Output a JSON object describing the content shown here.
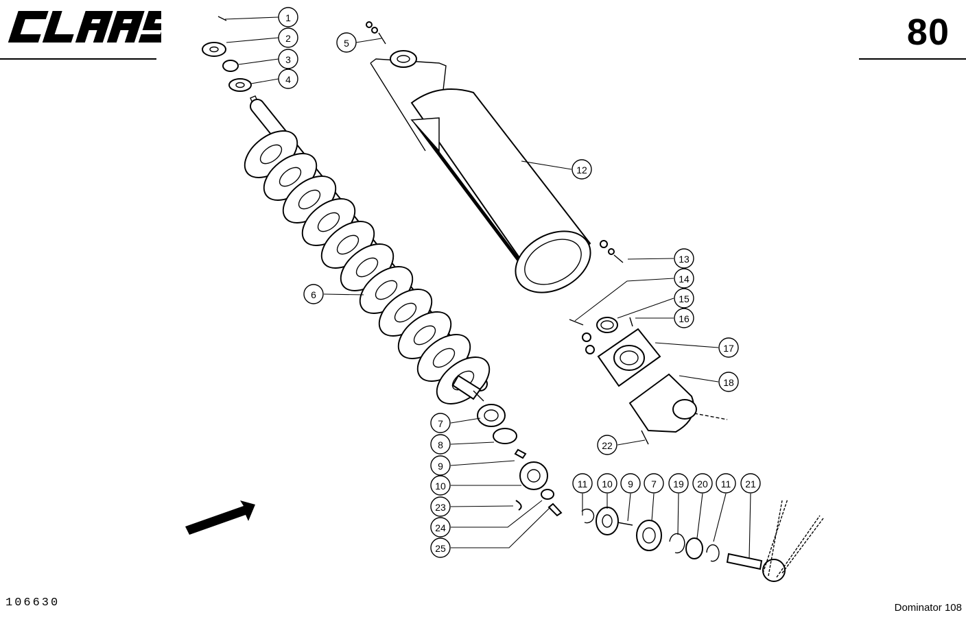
{
  "header": {
    "brand": "CLAAS",
    "page_number": "80"
  },
  "footer": {
    "drawing_number": "106630",
    "model": "Dominator 108"
  },
  "callouts": [
    {
      "id": "c1",
      "label": "1"
    },
    {
      "id": "c2",
      "label": "2"
    },
    {
      "id": "c3",
      "label": "3"
    },
    {
      "id": "c4",
      "label": "4"
    },
    {
      "id": "c5",
      "label": "5"
    },
    {
      "id": "c6",
      "label": "6"
    },
    {
      "id": "c12",
      "label": "12"
    },
    {
      "id": "c13",
      "label": "13"
    },
    {
      "id": "c14",
      "label": "14"
    },
    {
      "id": "c15",
      "label": "15"
    },
    {
      "id": "c16",
      "label": "16"
    },
    {
      "id": "c17",
      "label": "17"
    },
    {
      "id": "c18",
      "label": "18"
    },
    {
      "id": "c22",
      "label": "22"
    },
    {
      "id": "c7a",
      "label": "7"
    },
    {
      "id": "c8",
      "label": "8"
    },
    {
      "id": "c9a",
      "label": "9"
    },
    {
      "id": "c10a",
      "label": "10"
    },
    {
      "id": "c23",
      "label": "23"
    },
    {
      "id": "c24",
      "label": "24"
    },
    {
      "id": "c25",
      "label": "25"
    },
    {
      "id": "c11a",
      "label": "11"
    },
    {
      "id": "c10b",
      "label": "10"
    },
    {
      "id": "c9b",
      "label": "9"
    },
    {
      "id": "c7b",
      "label": "7"
    },
    {
      "id": "c19",
      "label": "19"
    },
    {
      "id": "c20",
      "label": "20"
    },
    {
      "id": "c11b",
      "label": "11"
    },
    {
      "id": "c21",
      "label": "21"
    }
  ]
}
